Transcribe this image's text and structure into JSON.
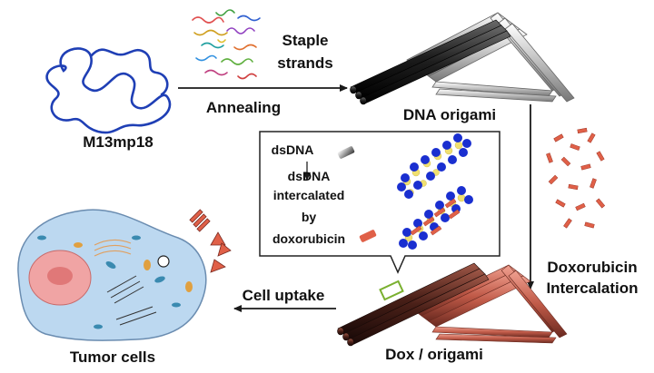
{
  "labels": {
    "m13": "M13mp18",
    "staple_line1": "Staple",
    "staple_line2": "strands",
    "annealing": "Annealing",
    "dna_origami": "DNA origami",
    "dox_intercalation_line1": "Doxorubicin",
    "dox_intercalation_line2": "Intercalation",
    "dox_origami": "Dox / origami",
    "cell_uptake": "Cell uptake",
    "tumor_cells": "Tumor cells"
  },
  "inset": {
    "dsdna": "dsDNA",
    "intercalated_line1": "dsDNA",
    "intercalated_line2": "intercalated",
    "intercalated_line3": "by",
    "intercalated_line4": "doxorubicin"
  },
  "colors": {
    "m13_strand": "#1f3fb5",
    "origami_dark": "#2a2a2a",
    "origami_light": "#d8d8d8",
    "dox": "#e06048",
    "dox_origami": "#b85a48",
    "helix_blue": "#1a2fd0",
    "helix_yellow": "#f0e070",
    "cell_fill": "#bcd8f0",
    "nucleus": "#f0a4a4",
    "arrow": "#1a1a1a",
    "inset_border": "#222222"
  }
}
